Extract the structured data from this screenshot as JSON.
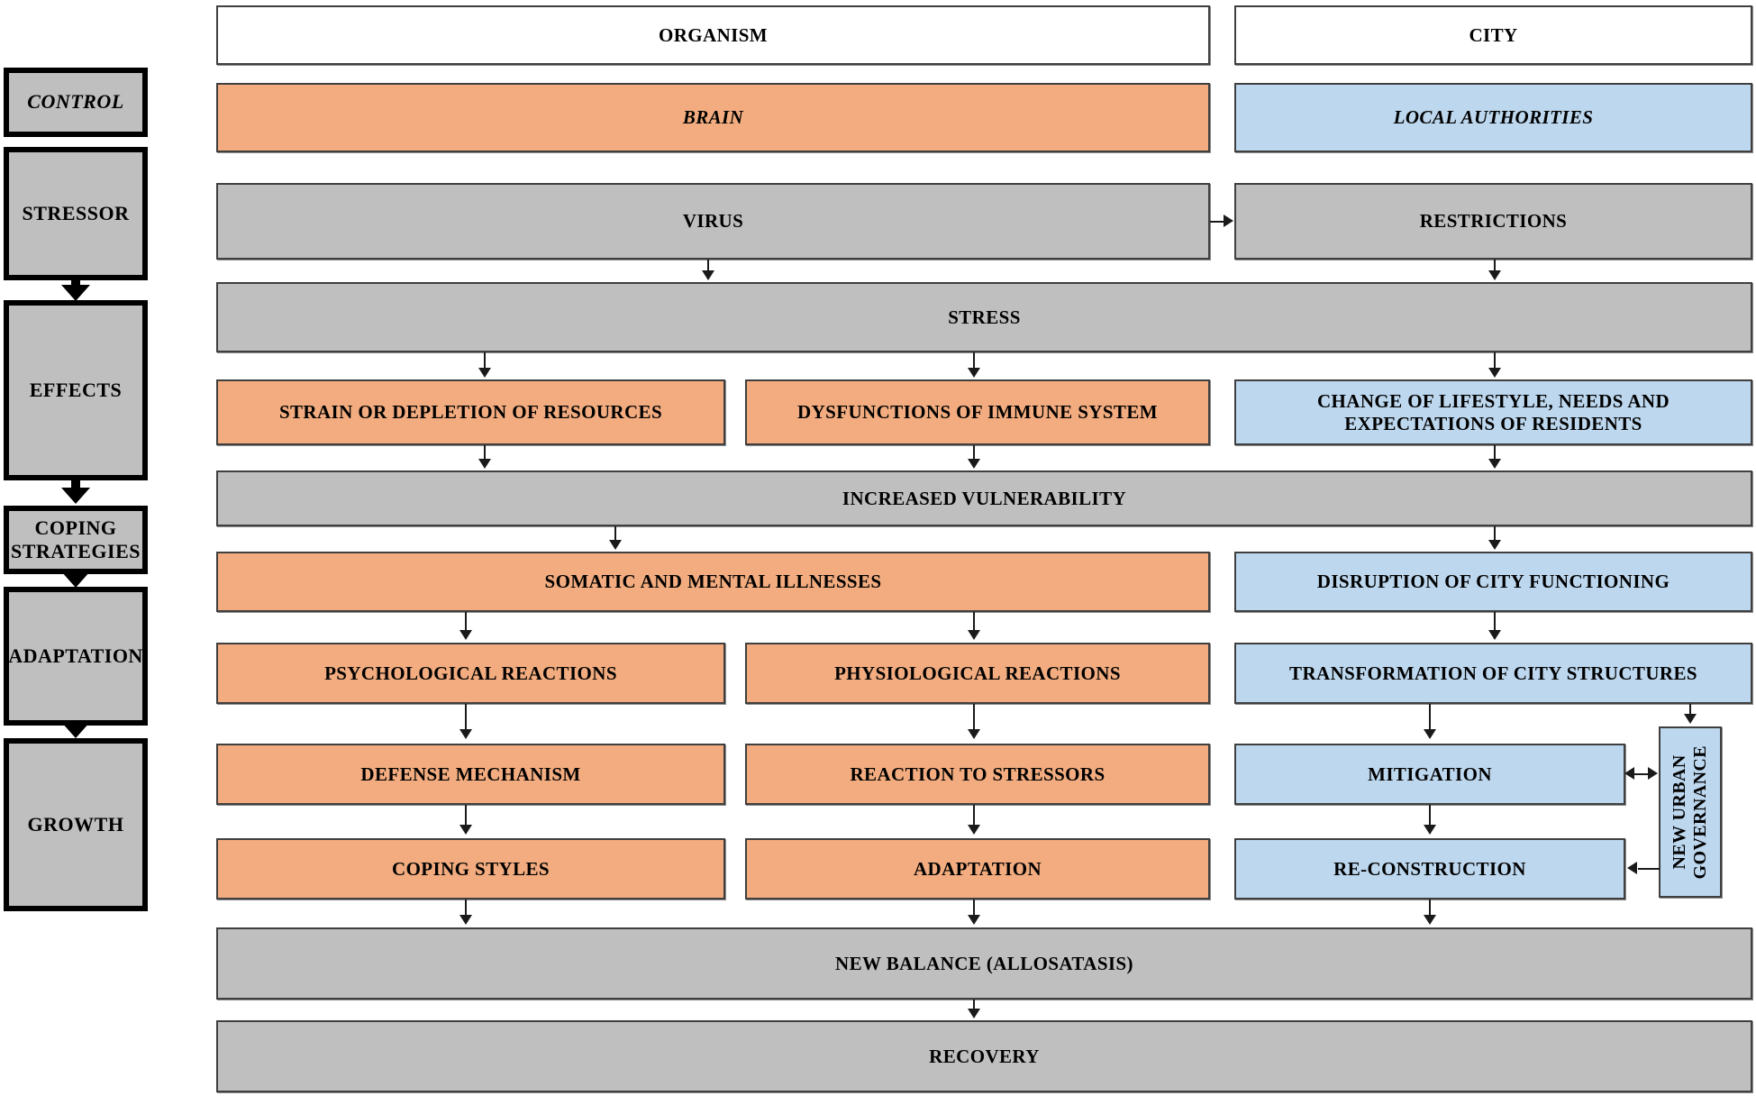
{
  "diagram": {
    "title": "Organism and City stress-response analogy flowchart",
    "colors": {
      "organism_fill": "#F2AC7F",
      "city_fill": "#BDD7EE",
      "shared_fill": "#BFBFBF",
      "header_fill": "#FFFFFF",
      "border": "#3F3F3F",
      "rail_border": "#000000"
    },
    "headers": [
      {
        "id": "organism",
        "label": "ORGANISM"
      },
      {
        "id": "city",
        "label": "CITY"
      }
    ],
    "stages": [
      {
        "id": "control",
        "label": "CONTROL",
        "italic": true
      },
      {
        "id": "stressor",
        "label": "STRESSOR",
        "italic": false
      },
      {
        "id": "effects",
        "label": "EFFECTS",
        "italic": false
      },
      {
        "id": "coping-strategies",
        "label": "COPING STRATEGIES",
        "italic": false
      },
      {
        "id": "adaptation",
        "label": "ADAPTATION",
        "italic": false
      },
      {
        "id": "growth",
        "label": "GROWTH",
        "italic": false
      }
    ],
    "nodes": [
      {
        "id": "brain",
        "label": "BRAIN",
        "group": "organism",
        "italic": true
      },
      {
        "id": "local-authorities",
        "label": "LOCAL AUTHORITIES",
        "group": "city",
        "italic": true
      },
      {
        "id": "virus",
        "label": "VIRUS",
        "group": "shared",
        "italic": false
      },
      {
        "id": "restrictions",
        "label": "RESTRICTIONS",
        "group": "shared",
        "italic": false
      },
      {
        "id": "stress",
        "label": "STRESS",
        "group": "shared",
        "italic": false
      },
      {
        "id": "strain-depletion",
        "label": "STRAIN OR DEPLETION OF RESOURCES",
        "group": "organism",
        "italic": false
      },
      {
        "id": "immune-dysfunction",
        "label": "DYSFUNCTIONS OF IMMUNE SYSTEM",
        "group": "organism",
        "italic": false
      },
      {
        "id": "change-of-lifestyle",
        "label": "CHANGE OF LIFESTYLE, NEEDS AND EXPECTATIONS OF RESIDENTS",
        "group": "city",
        "italic": false
      },
      {
        "id": "increased-vulnerability",
        "label": "INCREASED VULNERABILITY",
        "group": "shared",
        "italic": false
      },
      {
        "id": "somatic-mental",
        "label": "SOMATIC AND MENTAL ILLNESSES",
        "group": "organism",
        "italic": false
      },
      {
        "id": "disruption-city",
        "label": "DISRUPTION OF CITY FUNCTIONING",
        "group": "city",
        "italic": false
      },
      {
        "id": "psychological",
        "label": "PSYCHOLOGICAL REACTIONS",
        "group": "organism",
        "italic": false
      },
      {
        "id": "physiological",
        "label": "PHYSIOLOGICAL REACTIONS",
        "group": "organism",
        "italic": false
      },
      {
        "id": "transformation",
        "label": "TRANSFORMATION OF CITY STRUCTURES",
        "group": "city",
        "italic": false
      },
      {
        "id": "defense-mechanism",
        "label": "DEFENSE MECHANISM",
        "group": "organism",
        "italic": false
      },
      {
        "id": "reaction-stressors",
        "label": "REACTION TO STRESSORS",
        "group": "organism",
        "italic": false
      },
      {
        "id": "mitigation",
        "label": "MITIGATION",
        "group": "city",
        "italic": false
      },
      {
        "id": "new-urban-governance",
        "label": "NEW URBAN\nGOVERNANCE",
        "group": "city",
        "italic": false
      },
      {
        "id": "coping-styles",
        "label": "COPING STYLES",
        "group": "organism",
        "italic": false
      },
      {
        "id": "adaptation-node",
        "label": "ADAPTATION",
        "group": "organism",
        "italic": false
      },
      {
        "id": "re-construction",
        "label": "RE-CONSTRUCTION",
        "group": "city",
        "italic": false
      },
      {
        "id": "new-balance",
        "label": "NEW BALANCE (ALLOSATASIS)",
        "group": "shared",
        "italic": false
      },
      {
        "id": "recovery",
        "label": "RECOVERY",
        "group": "shared",
        "italic": false
      }
    ]
  }
}
